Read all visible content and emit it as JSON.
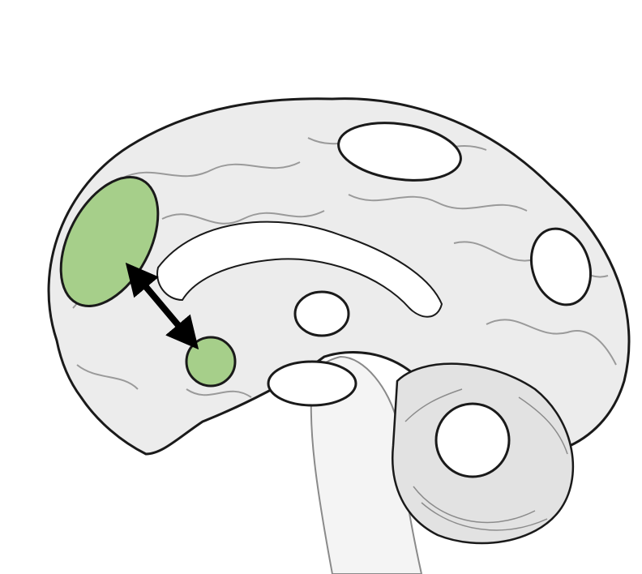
{
  "colors": {
    "background": "#ffffff",
    "brain_fill": "#ececec",
    "brain_shade": "#d6d6d6",
    "outline": "#1a1a1a",
    "highlight_fill": "#a6cf8a",
    "blank_fill": "#ffffff",
    "arrow": "#000000"
  },
  "regions": [
    {
      "name": "medial-prefrontal-region",
      "state": "highlighted"
    },
    {
      "name": "subgenual-cingulate-region",
      "state": "highlighted"
    },
    {
      "name": "dorsal-cortical-region",
      "state": "blank"
    },
    {
      "name": "precuneus-region",
      "state": "blank"
    },
    {
      "name": "thalamus-region",
      "state": "blank"
    },
    {
      "name": "hypothalamus-region",
      "state": "blank"
    },
    {
      "name": "cerebellum-region",
      "state": "blank"
    }
  ],
  "connection": {
    "from": "medial-prefrontal-region",
    "to": "subgenual-cingulate-region",
    "direction": "bidirectional"
  }
}
